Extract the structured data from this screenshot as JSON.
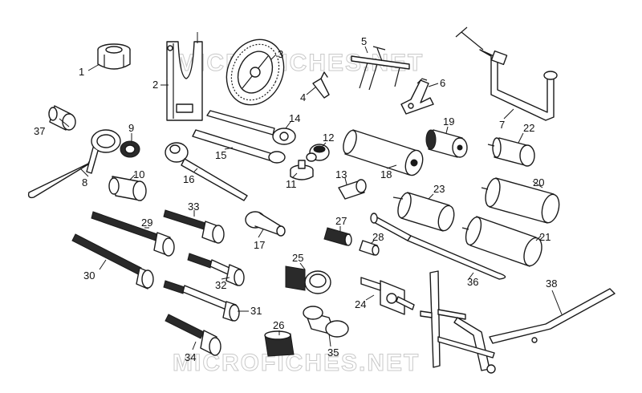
{
  "watermark": {
    "top": "MICROFICHES.NET",
    "bottom": "MICROFICHES.NET"
  },
  "callouts": {
    "c1": "1",
    "c2": "2",
    "c3": "3",
    "c4": "4",
    "c5": "5",
    "c6": "6",
    "c7": "7",
    "c8": "8",
    "c9": "9",
    "c10": "10",
    "c11": "11",
    "c12": "12",
    "c13": "13",
    "c14": "14",
    "c15": "15",
    "c16": "16",
    "c17": "17",
    "c18": "18",
    "c19": "19",
    "c20": "20",
    "c21": "21",
    "c22": "22",
    "c23": "23",
    "c24": "24",
    "c25": "25",
    "c26": "26",
    "c27": "27",
    "c28": "28",
    "c29": "29",
    "c30": "30",
    "c31": "31",
    "c32": "32",
    "c33": "33",
    "c34": "34",
    "c35": "35",
    "c36": "36",
    "c37": "37",
    "c38": "38"
  }
}
